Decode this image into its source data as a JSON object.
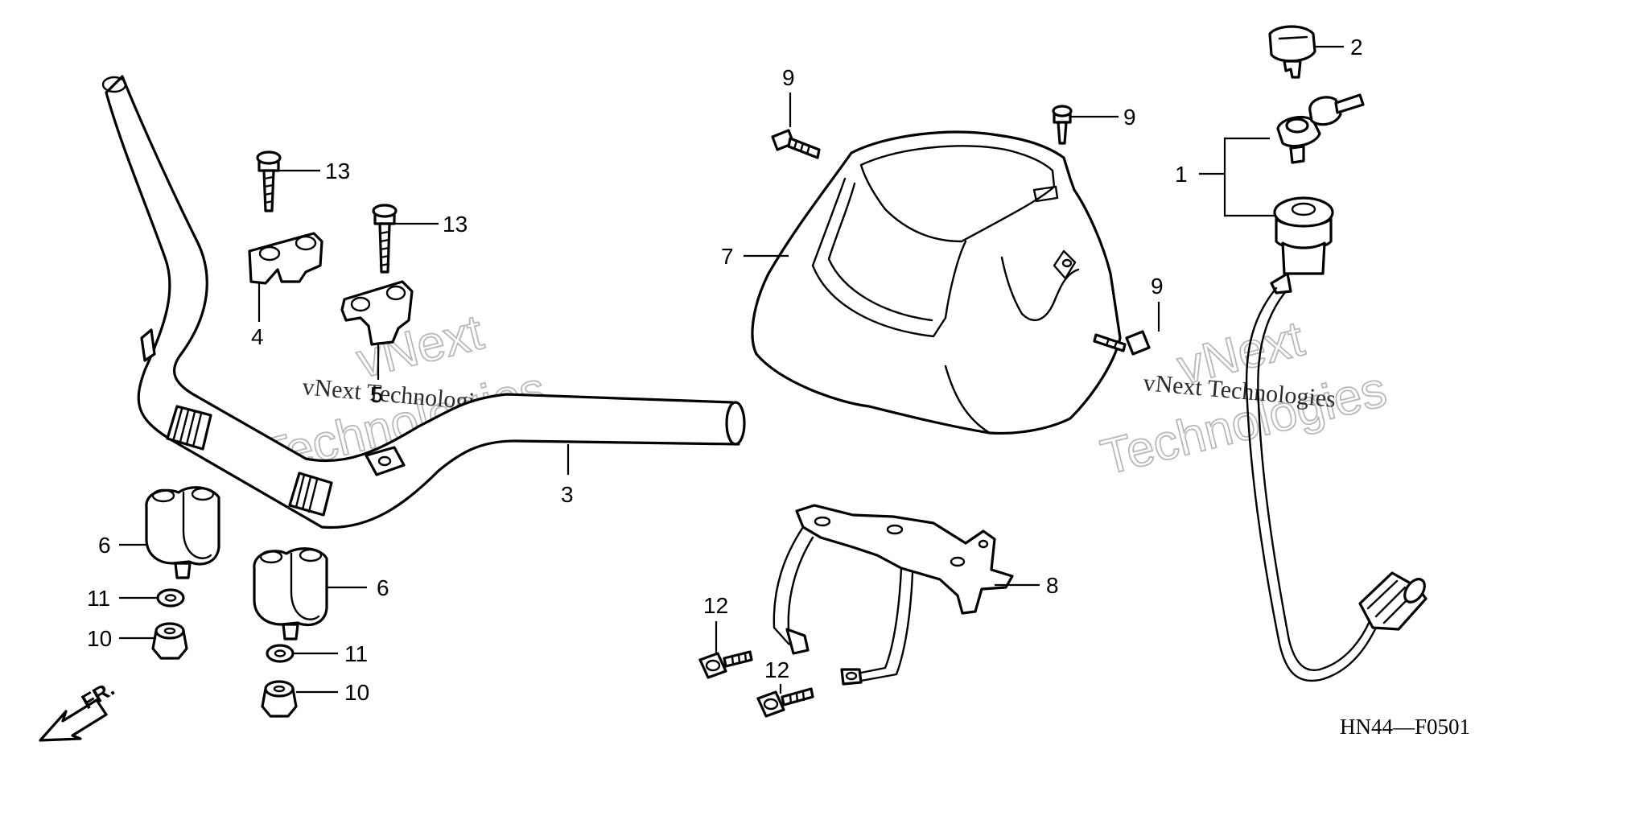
{
  "diagram": {
    "reference_code": "HN44—F0501",
    "front_indicator": "FR.",
    "callouts": {
      "ignition_switch": "1",
      "key_blank": "2",
      "handlebar": "3",
      "upper_holder_left": "4",
      "upper_holder_right": "5",
      "lower_holder_left": "6",
      "lower_holder_right": "6",
      "handlebar_cover": "7",
      "cover_stay": "8",
      "cover_screw_left": "9",
      "cover_screw_top": "9",
      "cover_screw_side": "9",
      "nut_left": "10",
      "nut_right": "10",
      "washer_left": "11",
      "washer_right": "11",
      "stay_bolt_upper": "12",
      "stay_bolt_lower": "12",
      "holder_bolt_left": "13",
      "holder_bolt_right": "13"
    },
    "watermarks": [
      {
        "brand": "vNext",
        "word": "Technologies",
        "line": "vNext Technologies"
      },
      {
        "brand": "vNext",
        "word": "Technologies",
        "line": "vNext Technologies"
      }
    ]
  }
}
